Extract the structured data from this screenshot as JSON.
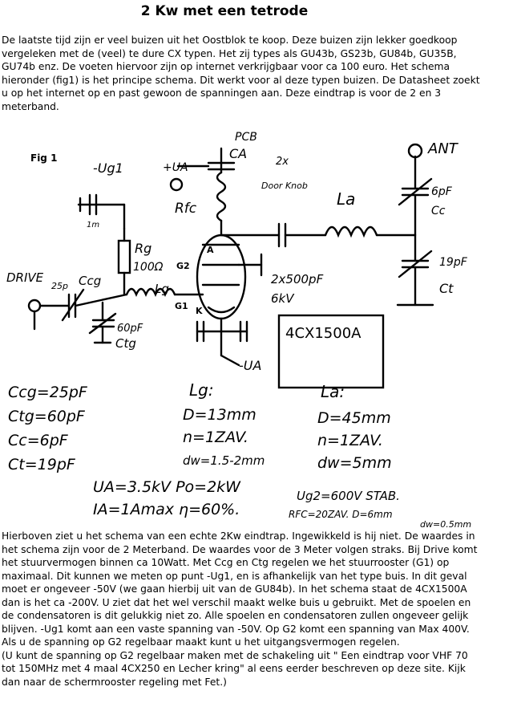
{
  "title": "2 Kw met een tetrode",
  "intro_lines": [
    "De laatste tijd zijn er veel buizen uit het Oostblok te koop. Deze buizen zijn lekker goedkoop",
    "vergeleken met de (veel) te dure CX typen. Het zij types als GU43b, GS23b, GU84b, GU35B,",
    "GU74b enz. De voeten hiervoor zijn op internet verkrijgbaar voor ca 100 euro. Het schema",
    "hieronder (fig1) is het principe schema. Dit werkt voor al deze typen buizen. De Datasheet zoekt",
    "u op het internet op en past gewoon de spanningen aan. Deze eindtrap is voor de 2 en 3",
    "meterband."
  ],
  "figure": {
    "label": "Fig 1",
    "tube_label": "4CX1500A",
    "pin_labels": {
      "anode": "A",
      "screen": "G2",
      "grid": "G1",
      "cathode": "K"
    },
    "annotations": {
      "pcb": "PCB",
      "ca": "CA",
      "plus_ua": "+UA",
      "minus_ug1": "-Ug1",
      "one_m": "1m",
      "rfc": "Rfc",
      "rg": "Rg",
      "rg_value": "100Ω",
      "lg": "Lg",
      "drive": "DRIVE",
      "ccg": "Ccg",
      "ccg_value": "25p",
      "ctg_value": "60pF",
      "ctg": "Ctg",
      "minus_ua": "-UA",
      "two_x": "2x",
      "doorknob": "Door Knob",
      "la": "La",
      "ant": "ANT",
      "cc_value": "6pF",
      "cc": "Cc",
      "ct_value": "19pF",
      "ct": "Ct",
      "caps": "2x500pF",
      "caps_kv": "6kV"
    },
    "values_left": [
      "Ccg=25pF",
      "Ctg=60pF",
      "Cc=6pF",
      "Ct=19pF"
    ],
    "lg_header": "Lg:",
    "lg_values": [
      "D=13mm",
      "n=1ZAV.",
      "dw=1.5-2mm"
    ],
    "la_header": "La:",
    "la_values": [
      "D=45mm",
      "n=1ZAV.",
      "dw=5mm"
    ],
    "power_line1": "UA=3.5kV  Po=2kW",
    "power_line2": "IA=1Amax  η=60%.",
    "ug2_line": "Ug2=600V STAB.",
    "rfc_line": "RFC=20ZAV. D=6mm",
    "rfc_line2": "dw=0.5mm"
  },
  "body_lines": [
    "Hierboven ziet u het schema van een echte 2Kw eindtrap. Ingewikkeld is hij niet. De waardes in",
    "het schema zijn voor de 2 Meterband. De waardes voor de 3 Meter volgen straks. Bij Drive komt",
    "het stuurvermogen binnen ca 10Watt. Met Ccg en Ctg regelen we het stuurrooster (G1) op",
    "maximaal.  Dit kunnen we meten op punt -Ug1, en is afhankelijk van het type buis. In dit geval",
    "moet er ongeveer -50V (we gaan hierbij uit van de GU84b). In het schema staat de 4CX1500A",
    "dan is het ca -200V. U ziet dat het wel verschil maakt welke buis u gebruikt. Met de spoelen en",
    "de condensatoren is dit gelukkig niet zo. Alle spoelen en condensatoren zullen ongeveer gelijk",
    "blijven. -Ug1 komt aan een vaste spanning van -50V. Op G2 komt een spanning van Max 400V.",
    "Als u de spanning op G2 regelbaar maakt kunt u het uitgangsvermogen regelen.",
    "(U kunt de spanning op G2 regelbaar maken met de schakeling uit \" Een eindtrap voor VHF 70",
    "tot 150MHz met 4 maal 4CX250 en Lecher kring\" al eens eerder beschreven op deze site. Kijk",
    "dan naar de schermrooster regeling met Fet.)"
  ]
}
